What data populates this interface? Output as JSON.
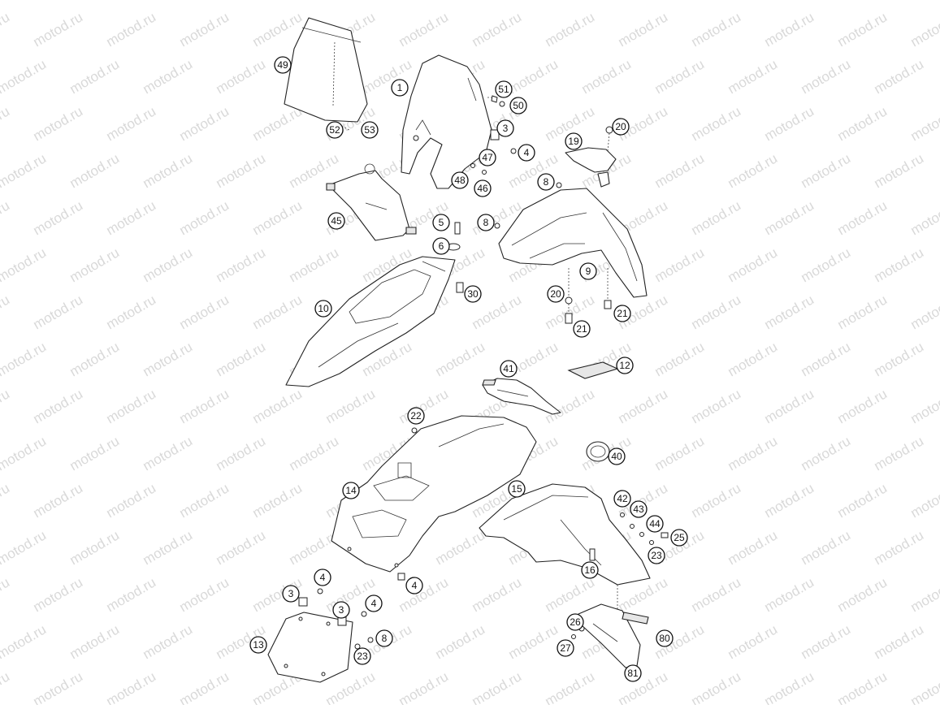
{
  "watermark": {
    "text": "motod.ru"
  },
  "callouts": [
    "49",
    "52",
    "53",
    "1",
    "51",
    "50",
    "3",
    "4",
    "47",
    "48",
    "46",
    "19",
    "20",
    "8",
    "45",
    "5",
    "8",
    "6",
    "30",
    "9",
    "20",
    "21",
    "21",
    "10",
    "12",
    "41",
    "22",
    "40",
    "14",
    "15",
    "42",
    "43",
    "44",
    "25",
    "23",
    "16",
    "4",
    "3",
    "4",
    "3",
    "4",
    "8",
    "13",
    "23",
    "26",
    "80",
    "27",
    "81"
  ]
}
